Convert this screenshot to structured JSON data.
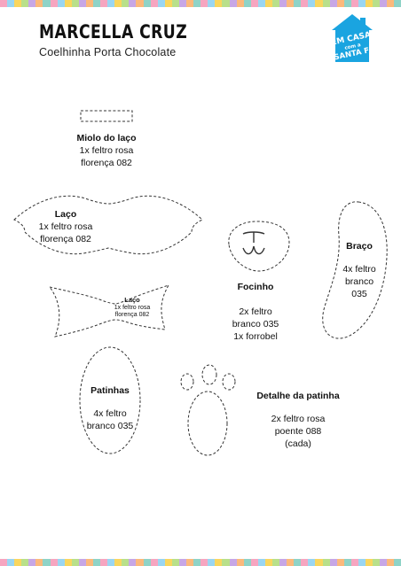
{
  "colors": {
    "stripe": [
      "#f6a5c0",
      "#9ad6f2",
      "#f9d65e",
      "#b9e08a",
      "#c7a7e6",
      "#fbb97c",
      "#8fd3c7"
    ],
    "logo_blue": "#1aa4e0",
    "outline": "#333333"
  },
  "header": {
    "title": "MARCELLA CRUZ",
    "subtitle": "Coelhinha Porta Chocolate"
  },
  "logo": {
    "line1": "EM CASA",
    "line2": "com a",
    "line3": "SANTA FÉ"
  },
  "pieces": {
    "miolo": {
      "name": "Miolo do laço",
      "lines": [
        "1x feltro rosa",
        "florença 082"
      ]
    },
    "laco_large": {
      "name": "Laço",
      "lines": [
        "1x feltro rosa",
        "florença 082"
      ]
    },
    "laco_small": {
      "name": "Laço",
      "lines": [
        "1x feltro rosa",
        "florença 082"
      ]
    },
    "focinho": {
      "name": "Focinho",
      "lines": [
        "2x feltro",
        "branco 035",
        "1x forrobel"
      ]
    },
    "braco": {
      "name": "Braço",
      "lines": [
        "4x feltro",
        "branco",
        "035"
      ]
    },
    "patinhas": {
      "name": "Patinhas",
      "lines": [
        "4x feltro",
        "branco 035"
      ]
    },
    "detalhe": {
      "name": "Detalhe da patinha",
      "lines": [
        "2x feltro rosa",
        "poente 088",
        "(cada)"
      ]
    }
  }
}
